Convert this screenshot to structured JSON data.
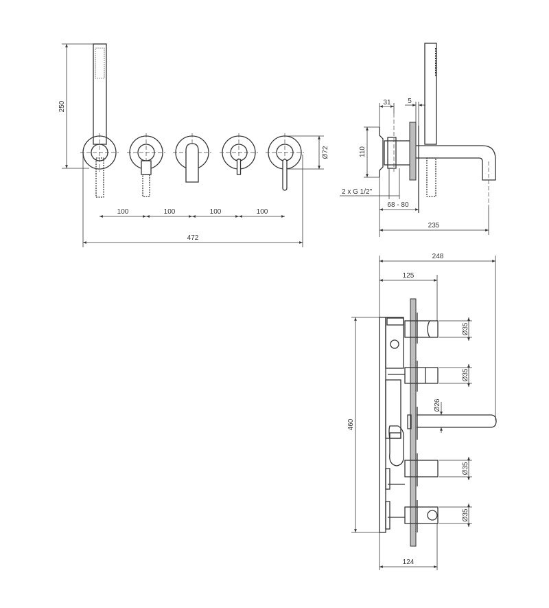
{
  "front_view": {
    "height": "250",
    "spacing": [
      "100",
      "100",
      "100",
      "100"
    ],
    "total_width": "472",
    "rosette_diameter": "Ø72"
  },
  "side_view": {
    "depth_body": "31",
    "plate": "5",
    "height": "110",
    "connections": "2 x G 1/2\"",
    "wall_range": "68 - 80",
    "projection": "235"
  },
  "top_view": {
    "total_depth": "248",
    "handle_depth": "125",
    "height": "460",
    "handle_diameter": [
      "Ø35",
      "Ø35",
      "Ø35",
      "Ø35"
    ],
    "spout_diameter": "Ø26",
    "lower_depth": "124"
  },
  "colors": {
    "line": "#333333",
    "plate_fill": "#bdbdbd"
  }
}
